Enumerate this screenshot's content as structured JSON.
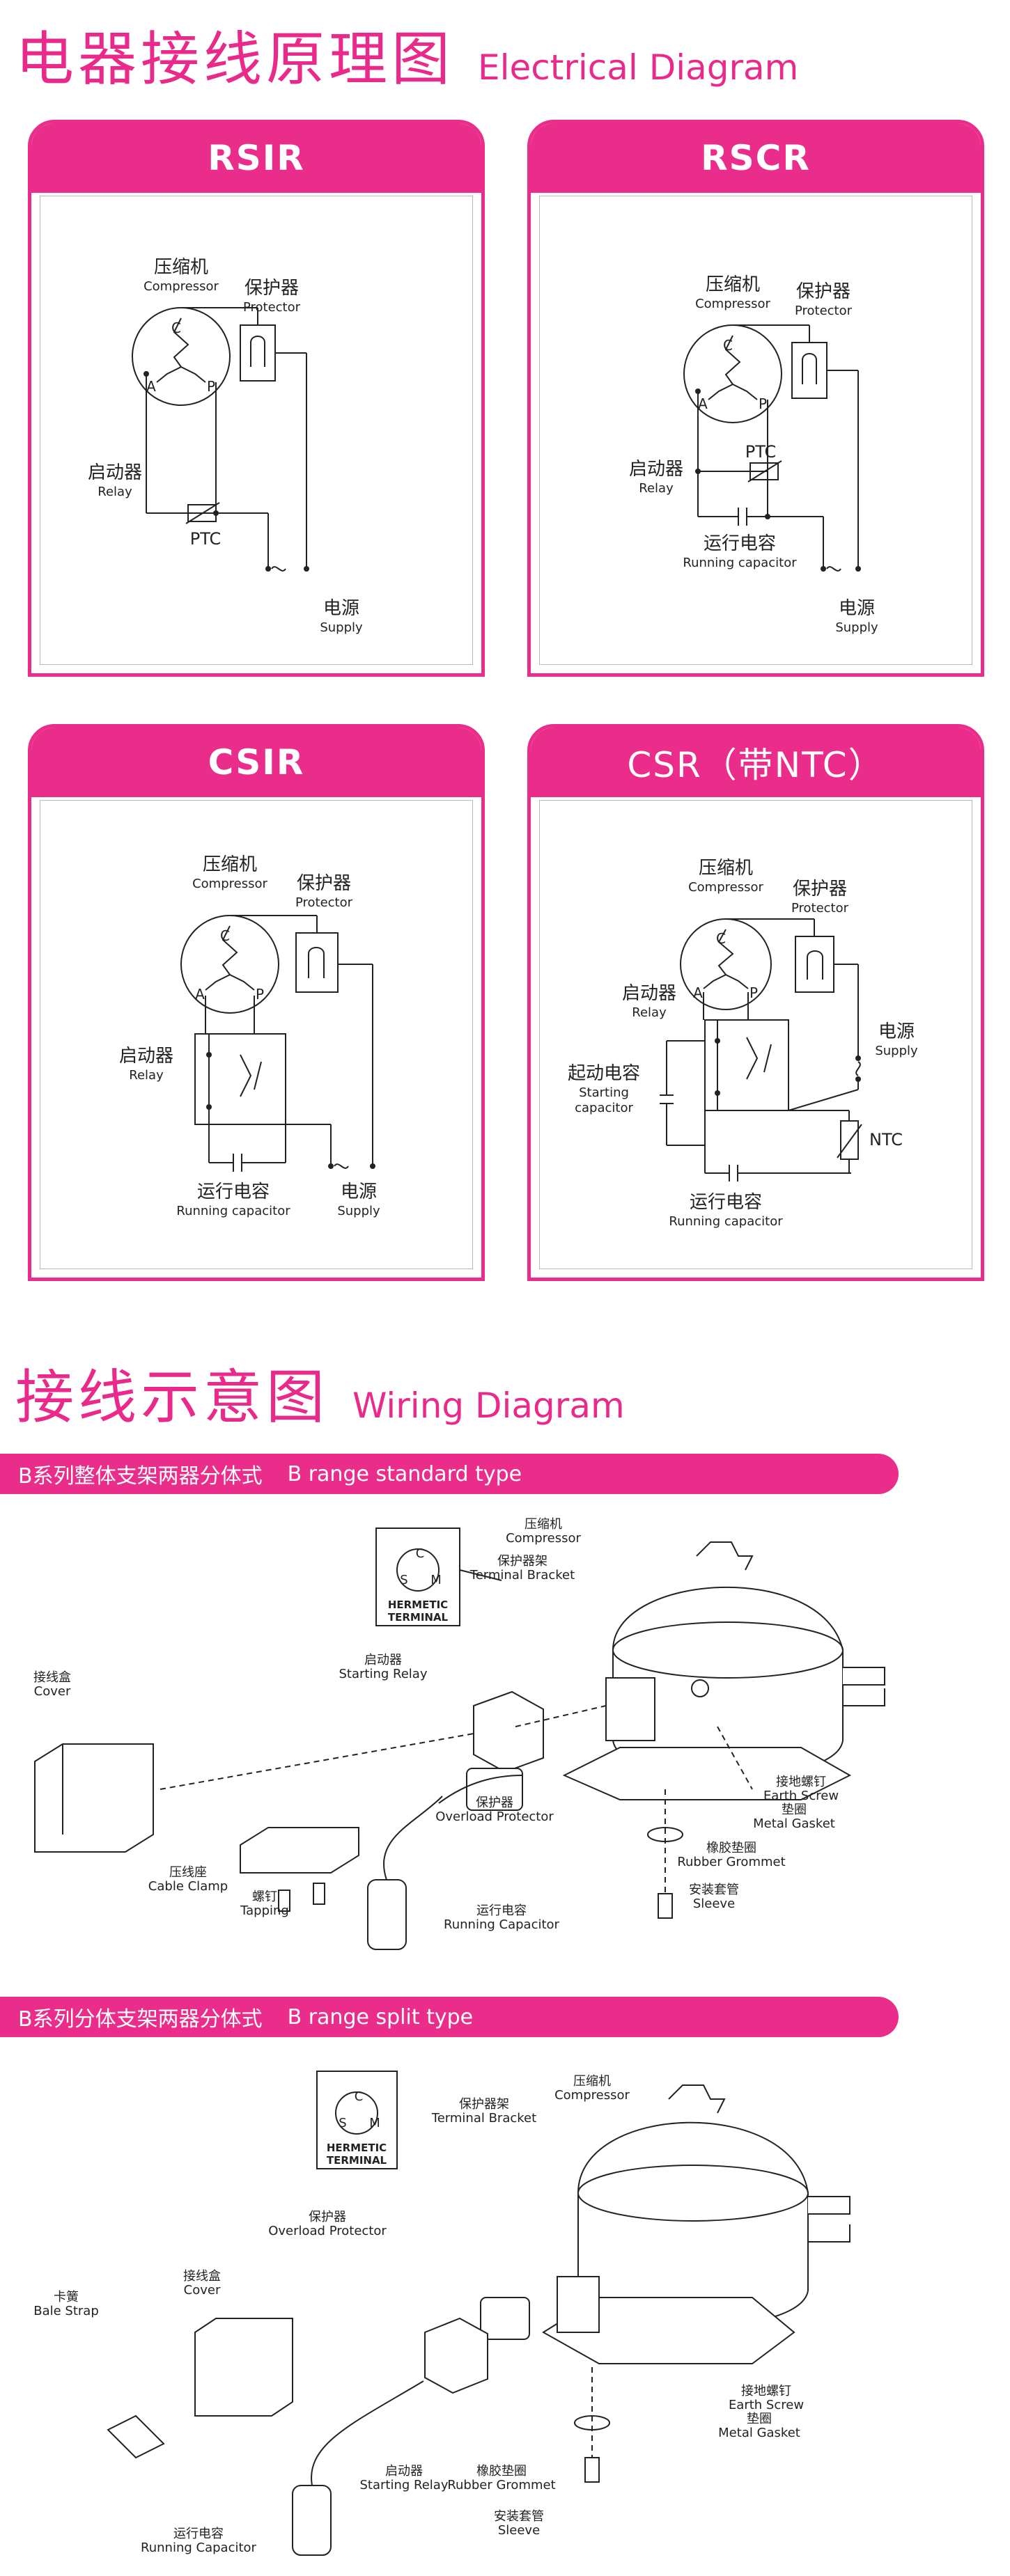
{
  "header1": {
    "cn": "电器接线原理图",
    "en": "Electrical Diagram"
  },
  "header2": {
    "cn": "接线示意图",
    "en": "Wiring Diagram"
  },
  "labels": {
    "compressor_cn": "压缩机",
    "compressor_en": "Compressor",
    "protector_cn": "保护器",
    "protector_en": "Protector",
    "relay_cn": "启动器",
    "relay_en": "Relay",
    "supply_cn": "电源",
    "supply_en": "Supply",
    "running_cap_cn": "运行电容",
    "running_cap_en": "Running capacitor",
    "starting_cap_cn": "起动电容",
    "starting_cap_en1": "Starting",
    "starting_cap_en2": "capacitor",
    "ptc": "PTC",
    "ntc": "NTC",
    "pin_c": "C",
    "pin_a": "A",
    "pin_p": "P"
  },
  "cards": [
    {
      "title": "RSIR"
    },
    {
      "title": "RSCR"
    },
    {
      "title": "CSIR"
    },
    {
      "title": "CSR（带NTC）"
    }
  ],
  "bars": [
    {
      "cn": "B系列整体支架两器分体式",
      "en": "B range standard type"
    },
    {
      "cn": "B系列分体支架两器分体式",
      "en": "B range split type"
    }
  ],
  "wiring1": {
    "terminal_s": "S",
    "terminal_c": "C",
    "terminal_m": "M",
    "hermetic1": "HERMETIC",
    "hermetic2": "TERMINAL",
    "compressor_cn": "压缩机",
    "compressor_en": "Compressor",
    "bracket_cn": "保护器架",
    "bracket_en": "Terminal Bracket",
    "relay_cn": "启动器",
    "relay_en": "Starting Relay",
    "cover_cn": "接线盒",
    "cover_en": "Cover",
    "overload_cn": "保护器",
    "overload_en": "Overload Protector",
    "earth_cn": "接地螺钉",
    "earth_en": "Earth Screw",
    "gasket_cn": "垫圈",
    "gasket_en": "Metal Gasket",
    "grommet_cn": "橡胶垫圈",
    "grommet_en": "Rubber Grommet",
    "sleeve_cn": "安装套管",
    "sleeve_en": "Sleeve",
    "clamp_cn": "压线座",
    "clamp_en": "Cable Clamp",
    "tapping_cn": "螺钉",
    "tapping_en": "Tapping",
    "runcap_cn": "运行电容",
    "runcap_en": "Running Capacitor"
  },
  "wiring2": {
    "terminal_s": "S",
    "terminal_c": "C",
    "terminal_m": "M",
    "hermetic1": "HERMETIC",
    "hermetic2": "TERMINAL",
    "compressor_cn": "压缩机",
    "compressor_en": "Compressor",
    "bracket_cn": "保护器架",
    "bracket_en": "Terminal Bracket",
    "overload_cn": "保护器",
    "overload_en": "Overload Protector",
    "cover_cn": "接线盒",
    "cover_en": "Cover",
    "strap_cn": "卡簧",
    "strap_en": "Bale Strap",
    "earth_cn": "接地螺钉",
    "earth_en": "Earth Screw",
    "gasket_cn": "垫圈",
    "gasket_en": "Metal Gasket",
    "relay_cn": "启动器",
    "relay_en": "Starting Relay",
    "grommet_cn": "橡胶垫圈",
    "grommet_en": "Rubber Grommet",
    "sleeve_cn": "安装套管",
    "sleeve_en": "Sleeve",
    "runcap_cn": "运行电容",
    "runcap_en": "Running Capacitor"
  }
}
